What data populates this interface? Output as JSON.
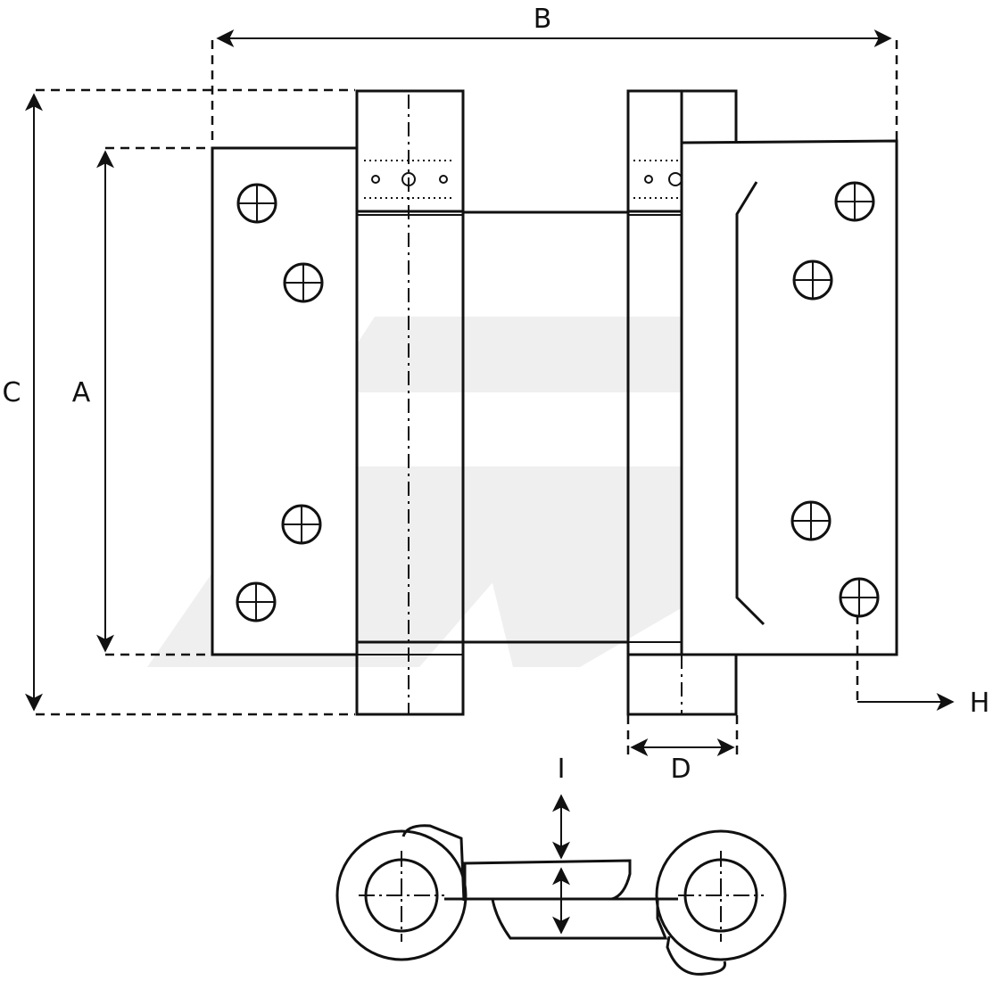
{
  "diagram": {
    "labels": {
      "a": "A",
      "b": "B",
      "c": "C",
      "d": "D",
      "h": "H",
      "i": "I"
    },
    "colors": {
      "line": "#111111",
      "watermark": "#efefef",
      "background": "#ffffff"
    }
  }
}
